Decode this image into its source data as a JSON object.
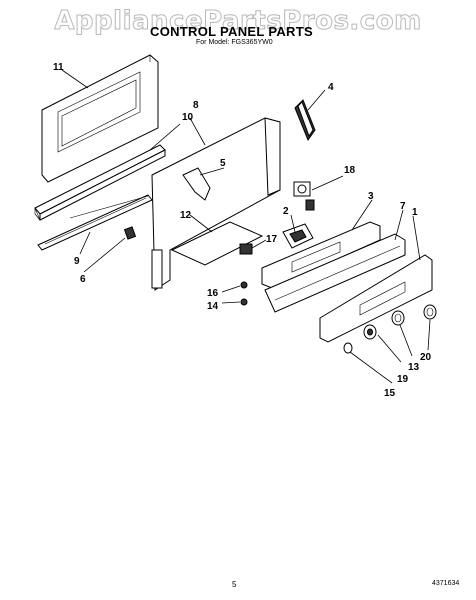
{
  "watermark": "AppliancePartsPros.com",
  "title": "CONTROL PANEL PARTS",
  "subtitle": "For Model: FGS365YW0",
  "page_number": "5",
  "doc_number": "4371634",
  "callouts": [
    {
      "id": "c1",
      "label": "1"
    },
    {
      "id": "c2",
      "label": "2"
    },
    {
      "id": "c3",
      "label": "3"
    },
    {
      "id": "c4",
      "label": "4"
    },
    {
      "id": "c5",
      "label": "5"
    },
    {
      "id": "c6",
      "label": "6"
    },
    {
      "id": "c7",
      "label": "7"
    },
    {
      "id": "c8",
      "label": "8"
    },
    {
      "id": "c9",
      "label": "9"
    },
    {
      "id": "c10",
      "label": "10"
    },
    {
      "id": "c11",
      "label": "11"
    },
    {
      "id": "c12",
      "label": "12"
    },
    {
      "id": "c13",
      "label": "13"
    },
    {
      "id": "c14",
      "label": "14"
    },
    {
      "id": "c15",
      "label": "15"
    },
    {
      "id": "c16",
      "label": "16"
    },
    {
      "id": "c17",
      "label": "17"
    },
    {
      "id": "c18",
      "label": "18"
    },
    {
      "id": "c19",
      "label": "19"
    },
    {
      "id": "c20",
      "label": "20"
    }
  ]
}
